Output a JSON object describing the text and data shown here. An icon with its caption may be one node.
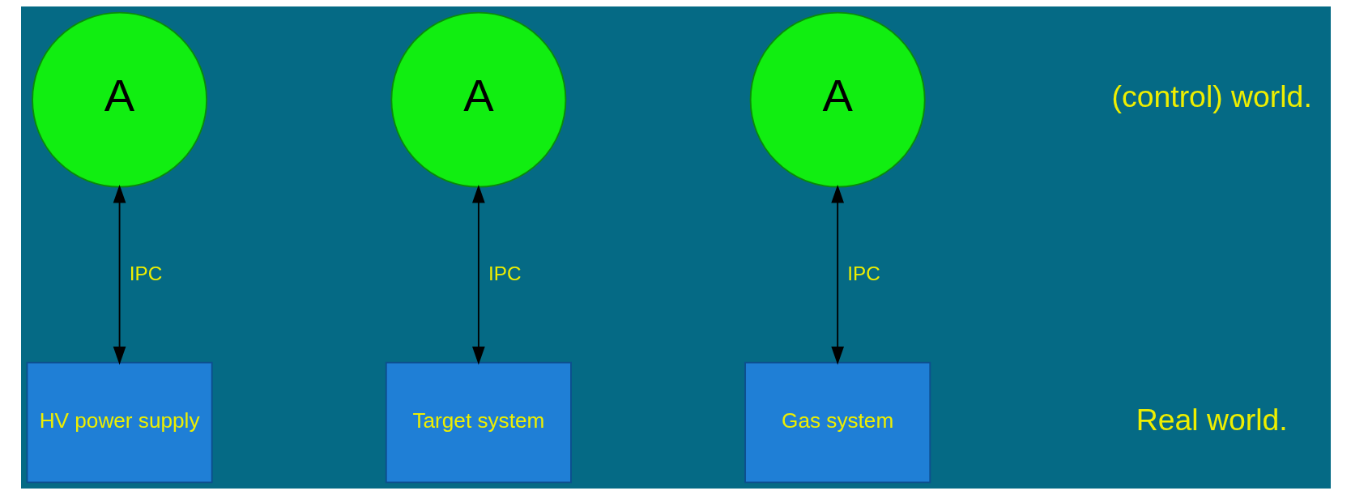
{
  "diagram": {
    "nodes": [
      {
        "text": [
          "A"
        ]
      },
      {
        "text": [
          "A"
        ]
      },
      {
        "text": [
          "A"
        ]
      },
      {
        "text": [
          "HV power supply"
        ]
      },
      {
        "text": [
          "Target system"
        ]
      },
      {
        "text": [
          "Gas system"
        ]
      }
    ],
    "edges": [
      {
        "from": 0,
        "to": 3,
        "arrow": "both",
        "label": "IPC"
      },
      {
        "from": 1,
        "to": 4,
        "arrow": "both",
        "label": "IPC"
      },
      {
        "from": 2,
        "to": 5,
        "arrow": "both",
        "label": "IPC"
      }
    ],
    "labels": [
      "(control) world.",
      "Real world."
    ]
  }
}
